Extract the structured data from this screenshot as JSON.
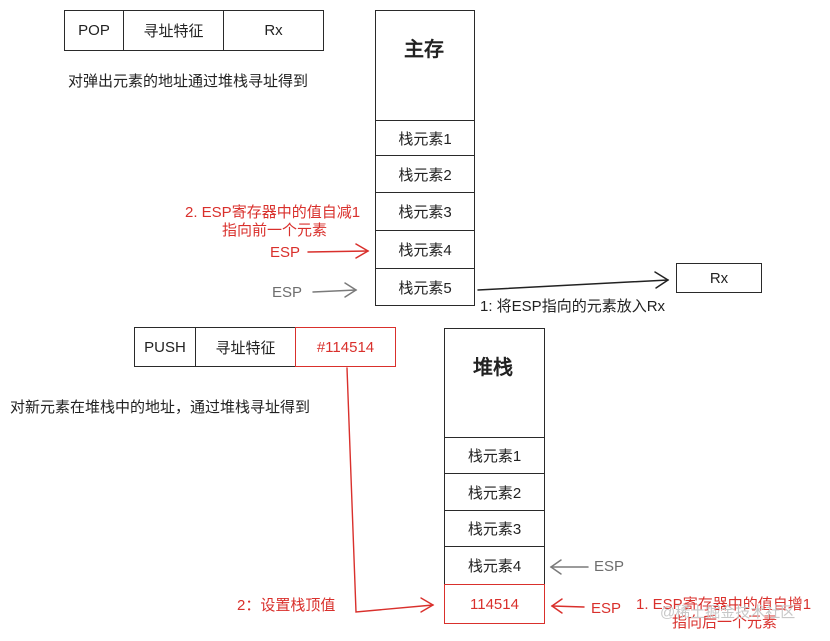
{
  "pop": {
    "instr": [
      "POP",
      "寻址特征",
      "Rx"
    ],
    "desc": "对弹出元素的地址通过堆栈寻址得到",
    "memory_title": "主存",
    "elements": [
      "栈元素1",
      "栈元素2",
      "栈元素3",
      "栈元素4",
      "栈元素5"
    ],
    "rx": "Rx",
    "step1": "1: 将ESP指向的元素放入Rx",
    "step2_line1": "2. ESP寄存器中的值自减1",
    "step2_line2": "指向前一个元素",
    "esp_new": "ESP",
    "esp_old": "ESP"
  },
  "push": {
    "instr": [
      "PUSH",
      "寻址特征",
      "#114514"
    ],
    "desc": "对新元素在堆栈中的地址，通过堆栈寻址得到",
    "stack_title": "堆栈",
    "elements": [
      "栈元素1",
      "栈元素2",
      "栈元素3",
      "栈元素4",
      "114514"
    ],
    "step2": "2：设置栈顶值",
    "esp_old": "ESP",
    "esp_new": "ESP",
    "step1_line1": "1. ESP寄存器中的值自增1",
    "step1_line2": "指向后一个元素"
  },
  "watermark": "@稀土掘金技术社区",
  "colors": {
    "red": "#d9302c",
    "gray": "#6e6e6e",
    "ink": "#2a2a2a"
  }
}
